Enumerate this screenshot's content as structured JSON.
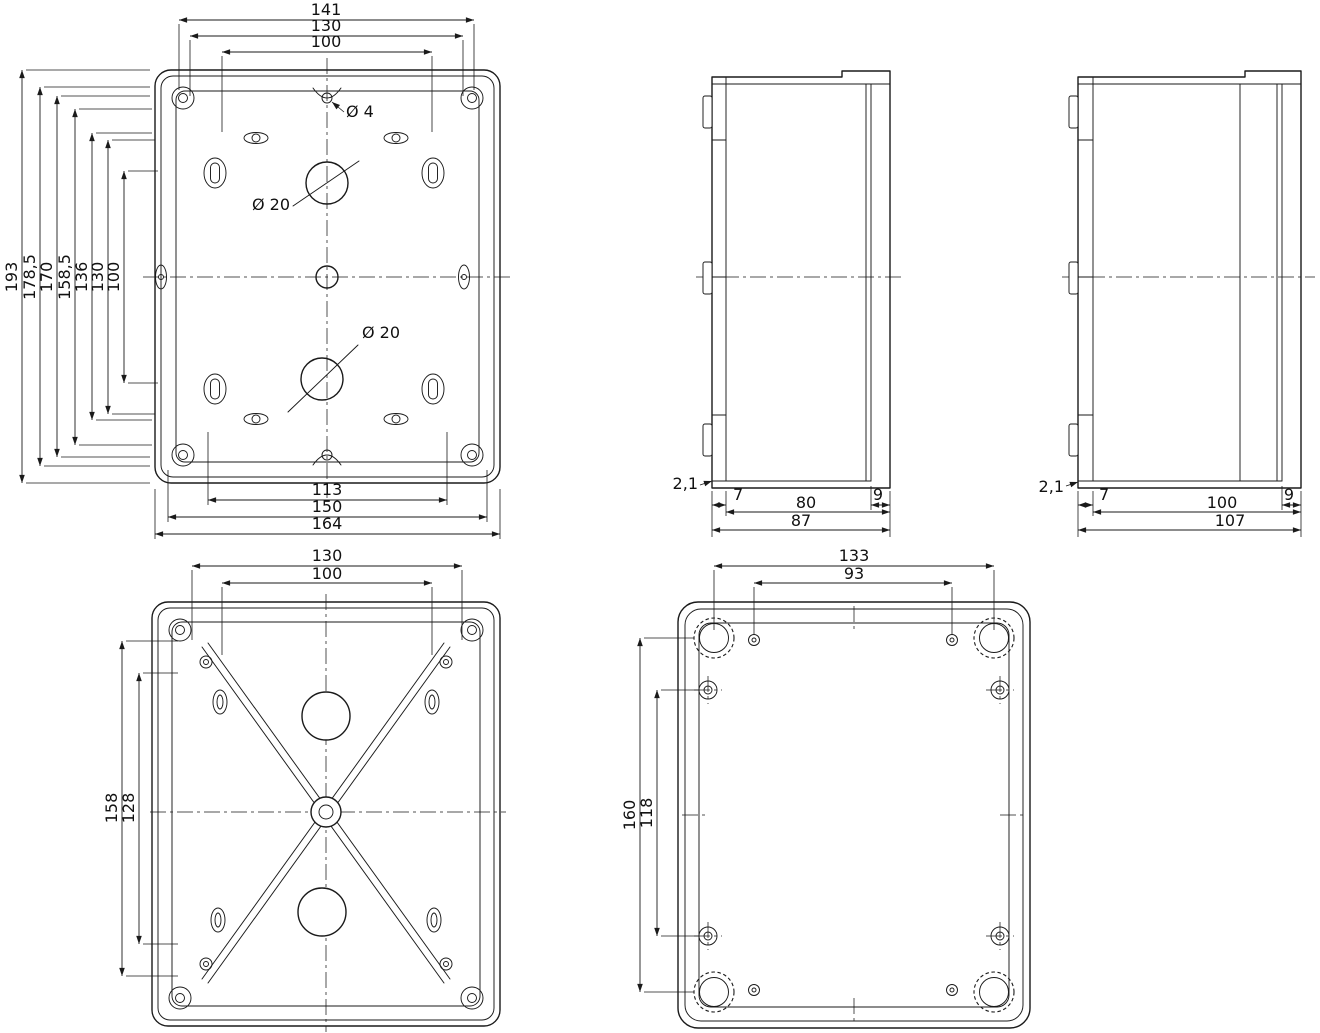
{
  "page": {
    "background": "#ffffff",
    "ink": "#1a1a1a"
  },
  "views": {
    "base_front": {
      "dims_top": [
        "141",
        "130",
        "100"
      ],
      "dims_left": [
        "193",
        "178,5",
        "170",
        "158,5",
        "136",
        "130",
        "100"
      ],
      "dims_bottom": [
        "113",
        "150",
        "164"
      ],
      "callout_tab_hole": "Ø 4",
      "callout_knockout_upper": "Ø 20",
      "callout_knockout_lower": "Ø 20"
    },
    "side_87": {
      "dim_wall": "2,1",
      "dim_front": "7",
      "dim_inner": "80",
      "dim_back": "9",
      "dim_total": "87"
    },
    "side_107": {
      "dim_wall": "2,1",
      "dim_front": "7",
      "dim_inner": "100",
      "dim_back": "9",
      "dim_total": "107"
    },
    "base_back": {
      "dims_top": [
        "130",
        "100"
      ],
      "dims_left": [
        "158",
        "128"
      ]
    },
    "cover": {
      "dims_top": [
        "133",
        "93"
      ],
      "dims_left": [
        "160",
        "118"
      ]
    }
  }
}
